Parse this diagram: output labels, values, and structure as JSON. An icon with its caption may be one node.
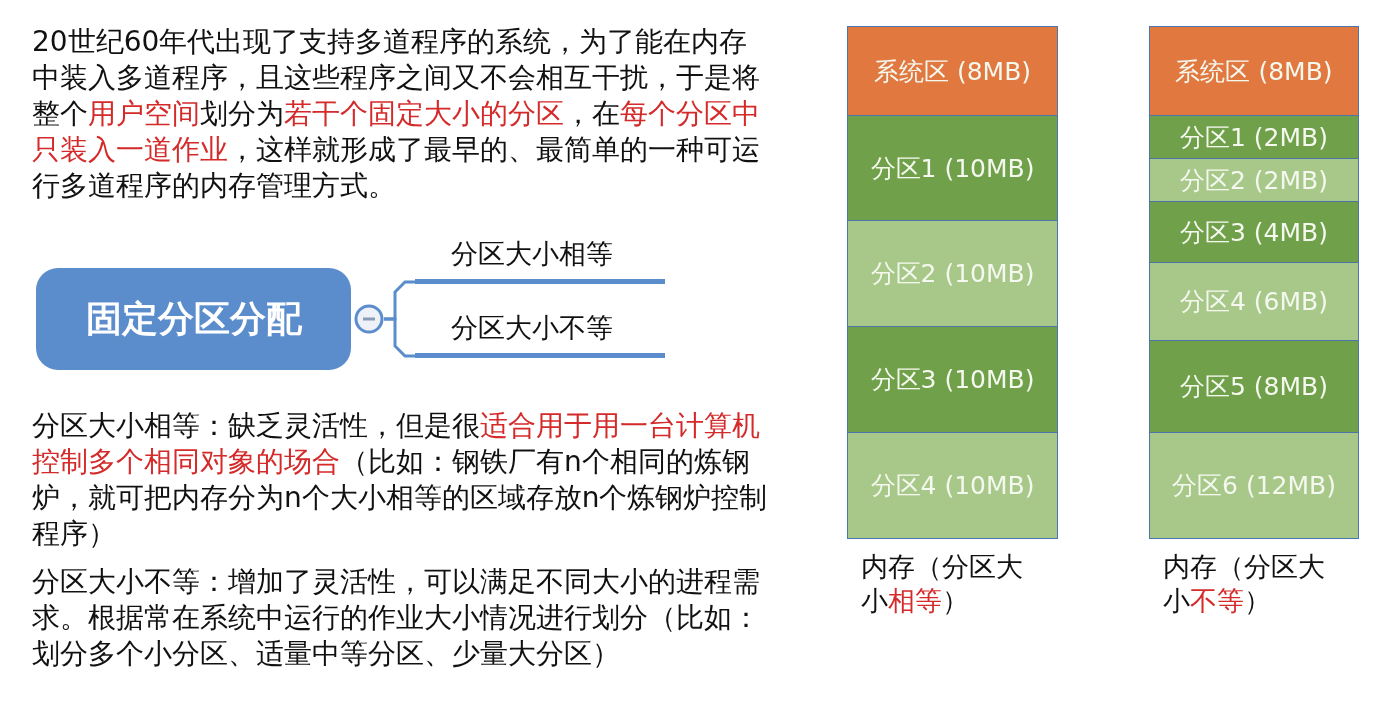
{
  "diagram": {
    "nodes": [
      {
        "text": [
          "固定分区分配"
        ]
      },
      {
        "text": [
          "分区大小相等"
        ]
      },
      {
        "text": [
          "分区大小不等"
        ]
      },
      {
        "text": [
          "内存（分区大小**相等**）"
        ]
      },
      {
        "text": [
          "系统区 (8MB)"
        ],
        "in": 3
      },
      {
        "text": [
          "分区1 (10MB)"
        ],
        "in": 3
      },
      {
        "text": [
          "分区2 (10MB)"
        ],
        "in": 3
      },
      {
        "text": [
          "分区3 (10MB)"
        ],
        "in": 3
      },
      {
        "text": [
          "分区4 (10MB)"
        ],
        "in": 3
      },
      {
        "text": [
          "内存（分区大小**不等**）"
        ]
      },
      {
        "text": [
          "系统区 (8MB)"
        ],
        "in": 9
      },
      {
        "text": [
          "分区1 (2MB)"
        ],
        "in": 9
      },
      {
        "text": [
          "分区2 (2MB)"
        ],
        "in": 9
      },
      {
        "text": [
          "分区3 (4MB)"
        ],
        "in": 9
      },
      {
        "text": [
          "分区4 (6MB)"
        ],
        "in": 9
      },
      {
        "text": [
          "分区5 (8MB)"
        ],
        "in": 9
      },
      {
        "text": [
          "分区6 (12MB)"
        ],
        "in": 9
      }
    ],
    "edges": [
      {
        "from": 0,
        "to": 1,
        "arrow": "none"
      },
      {
        "from": 0,
        "to": 2,
        "arrow": "none"
      }
    ],
    "labels": [
      "20世纪60年代出现了支持多道程序的系统，为了能在内存中装入多道程序，且这些程序之间又不会相互干扰，于是将整个**用户空间**划分为**若干个固定大小的分区**，在**每个分区中只装入一道作业**，这样就形成了最早的、最简单的一种可运行多道程序的内存管理方式。",
      "分区大小相等：缺乏灵活性，但是很**适合用于用一台计算机控制多个相同对象的场合**（比如：钢铁厂有n个相同的炼钢炉，就可把内存分为n个大小相等的区域存放n个炼钢炉控制程序）",
      "分区大小不等：增加了灵活性，可以满足不同大小的进程需求。根据常在系统中运行的作业大小情况进行划分（比如：划分多个小分区、适量中等分区、少量大分区）"
    ]
  }
}
